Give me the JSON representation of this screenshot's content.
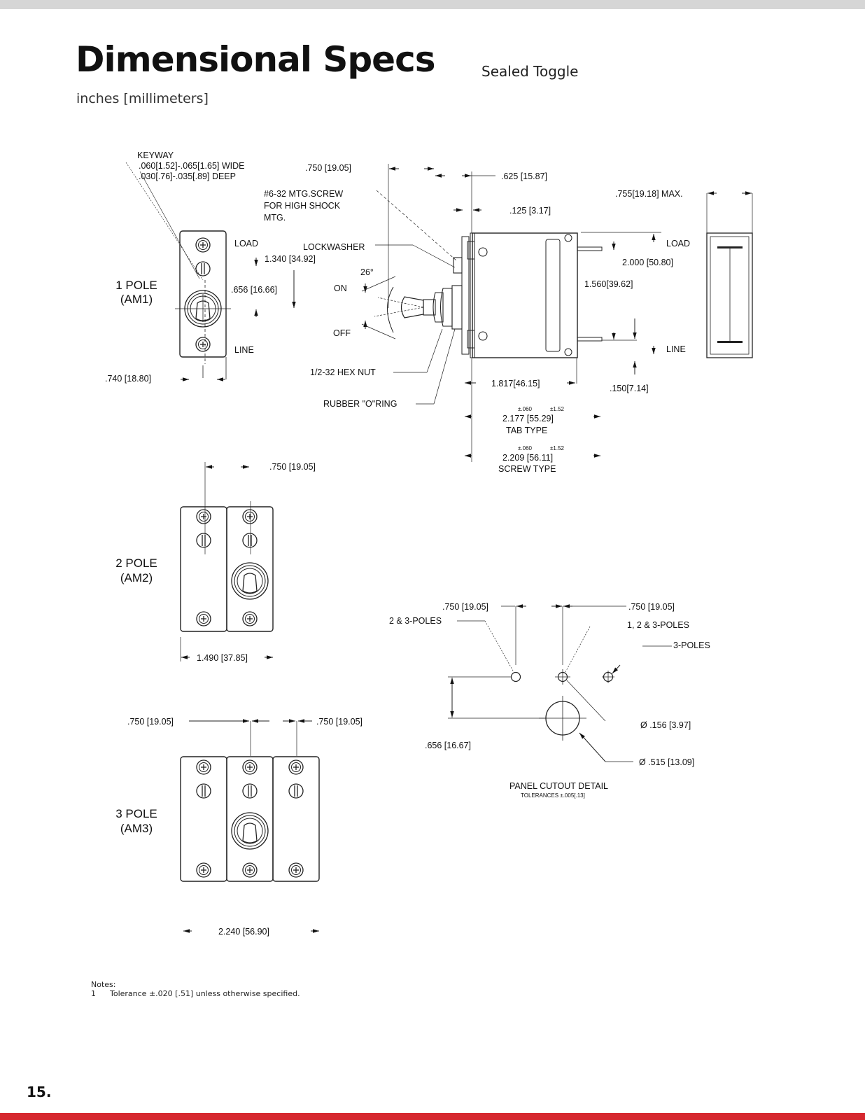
{
  "header": {
    "title": "Dimensional Specs",
    "subtitle": "Sealed Toggle",
    "units": "inches [millimeters]"
  },
  "side_view": {
    "keyway_title": "KEYWAY",
    "keyway_wide": ".060[1.52]-.065[1.65] WIDE",
    "keyway_deep": ".030[.76]-.035[.89] DEEP",
    "dim_top_750": ".750 [19.05]",
    "dim_625": ".625 [15.87]",
    "mtg_screw_1": "#6-32 MTG.SCREW",
    "mtg_screw_2": "FOR HIGH SHOCK",
    "mtg_screw_3": "MTG.",
    "dim_125": ".125 [3.17]",
    "dim_755": ".755[19.18] MAX.",
    "lockwasher": "LOCKWASHER",
    "angle": "26°",
    "on": "ON",
    "off": "OFF",
    "load": "LOAD",
    "line": "LINE",
    "dim_2000": "2.000 [50.80]",
    "dim_1560": "1.560[39.62]",
    "hex_nut": "1/2-32 HEX NUT",
    "o_ring": "RUBBER \"O\"RING",
    "dim_1817": "1.817[46.15]",
    "dim_150": ".150[7.14]",
    "tol_060": "±.060",
    "tol_152": "±1.52",
    "dim_2177": "2.177 [55.29]",
    "tab_type": "TAB TYPE",
    "dim_2209": "2.209 [56.11]",
    "screw_type": "SCREW TYPE"
  },
  "one_pole": {
    "name": "1 POLE",
    "code": "(AM1)",
    "load": "LOAD",
    "line": "LINE",
    "dim_1340": "1.340 [34.92]",
    "dim_656": ".656 [16.66]",
    "dim_740": ".740 [18.80]"
  },
  "two_pole": {
    "name": "2 POLE",
    "code": "(AM2)",
    "dim_750": ".750 [19.05]",
    "dim_1490": "1.490 [37.85]"
  },
  "three_pole": {
    "name": "3 POLE",
    "code": "(AM3)",
    "dim_750_left": ".750 [19.05]",
    "dim_750_right": ".750 [19.05]",
    "dim_2240": "2.240 [56.90]"
  },
  "cutout": {
    "dim_750_left": ".750 [19.05]",
    "dim_750_right": ".750 [19.05]",
    "label_23": "2 & 3-POLES",
    "label_123": "1, 2 & 3-POLES",
    "label_3": "3-POLES",
    "dia_156": "Ø .156 [3.97]",
    "dia_515": "Ø .515 [13.09]",
    "dim_656": ".656 [16.67]",
    "title": "PANEL CUTOUT DETAIL",
    "tolerance": "TOLERANCES ±.005[.13]"
  },
  "notes": {
    "heading": "Notes:",
    "item_num": "1",
    "item_text": "Tolerance ±.020 [.51] unless otherwise specified."
  },
  "footer": {
    "page_number": "15."
  }
}
